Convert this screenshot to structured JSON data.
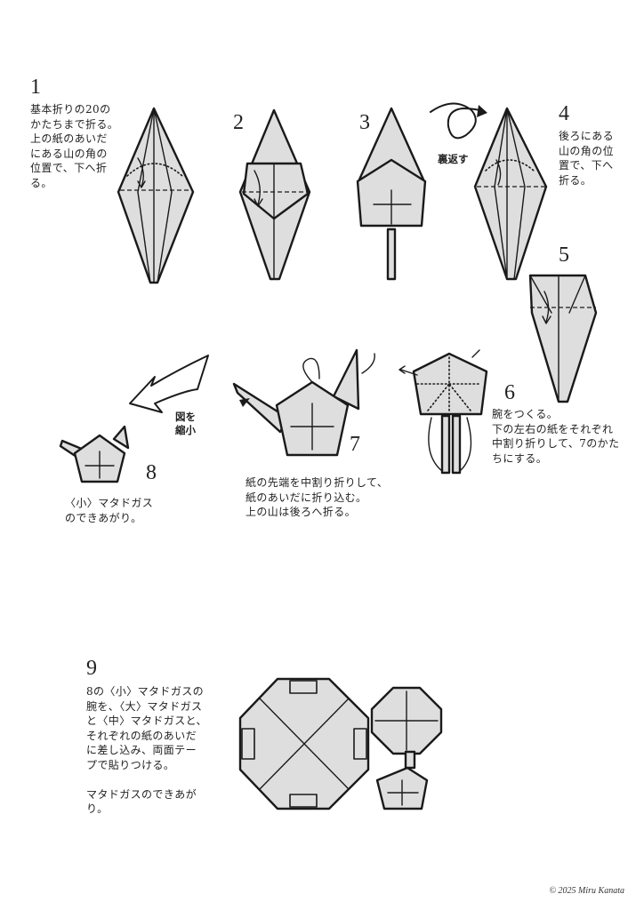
{
  "steps": [
    {
      "n": "1",
      "text": "基本折りの20の\nかたちまで折る。\n上の紙のあいだ\nにある山の角の\n位置で、下へ折\nる。"
    },
    {
      "n": "2",
      "text": ""
    },
    {
      "n": "3",
      "text": ""
    },
    {
      "n": "4",
      "text": "後ろにある\n山の角の位\n置で、下へ\n折る。"
    },
    {
      "n": "5",
      "text": ""
    },
    {
      "n": "6",
      "text": "腕をつくる。\n下の左右の紙をそれぞれ\n中割り折りして、7のかた\nちにする。"
    },
    {
      "n": "7",
      "text": "紙の先端を中割り折りして、\n紙のあいだに折り込む。\n上の山は後ろへ折る。"
    },
    {
      "n": "8",
      "text": "〈小〉マタドガス\nのできあがり。"
    },
    {
      "n": "9",
      "text": "8の〈小〉マタドガスの\n腕を、〈大〉マタドガス\nと〈中〉マタドガスと、\nそれぞれの紙のあいだ\nに差し込み、両面テー\nプで貼りつける。\n\nマタドガスのできあが\nり。"
    }
  ],
  "labels": {
    "turn_over": "裏返す",
    "shrink": "図を\n縮小"
  },
  "copyright": "© 2025 Miru Kanata"
}
